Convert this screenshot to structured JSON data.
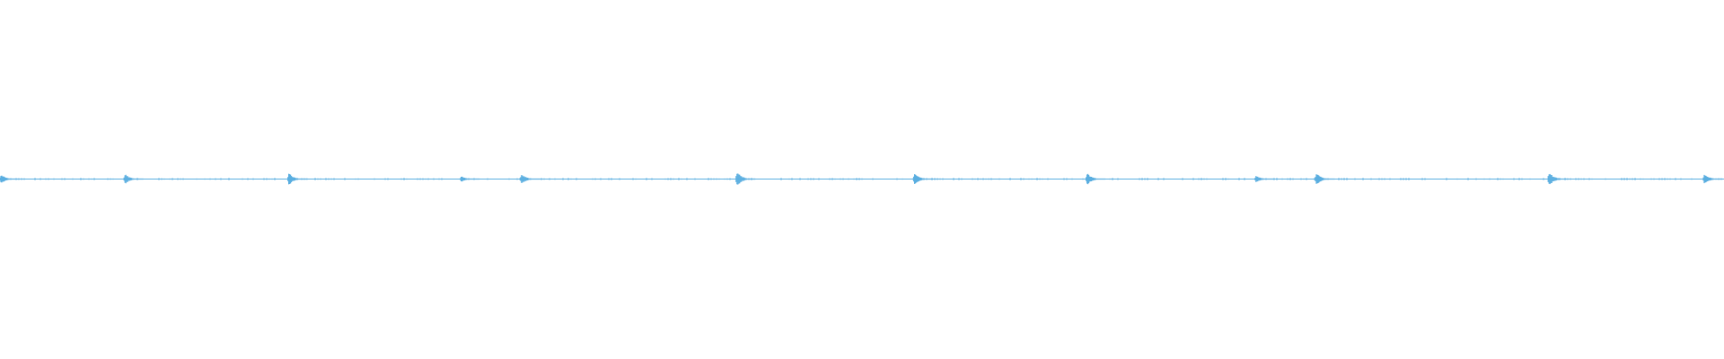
{
  "waveform": {
    "color": "#5aaee0",
    "baseline_color": "#5aaee0",
    "background": "#ffffff",
    "peaks": [
      {
        "t": 0.0,
        "amp": 0.55
      },
      {
        "t": 0.072,
        "amp": 0.6
      },
      {
        "t": 0.167,
        "amp": 0.75
      },
      {
        "t": 0.267,
        "amp": 0.35
      },
      {
        "t": 0.302,
        "amp": 0.65
      },
      {
        "t": 0.427,
        "amp": 0.9
      },
      {
        "t": 0.53,
        "amp": 0.7
      },
      {
        "t": 0.63,
        "amp": 0.75
      },
      {
        "t": 0.728,
        "amp": 0.45
      },
      {
        "t": 0.763,
        "amp": 0.75
      },
      {
        "t": 0.898,
        "amp": 0.85
      },
      {
        "t": 0.988,
        "amp": 0.6
      }
    ]
  }
}
